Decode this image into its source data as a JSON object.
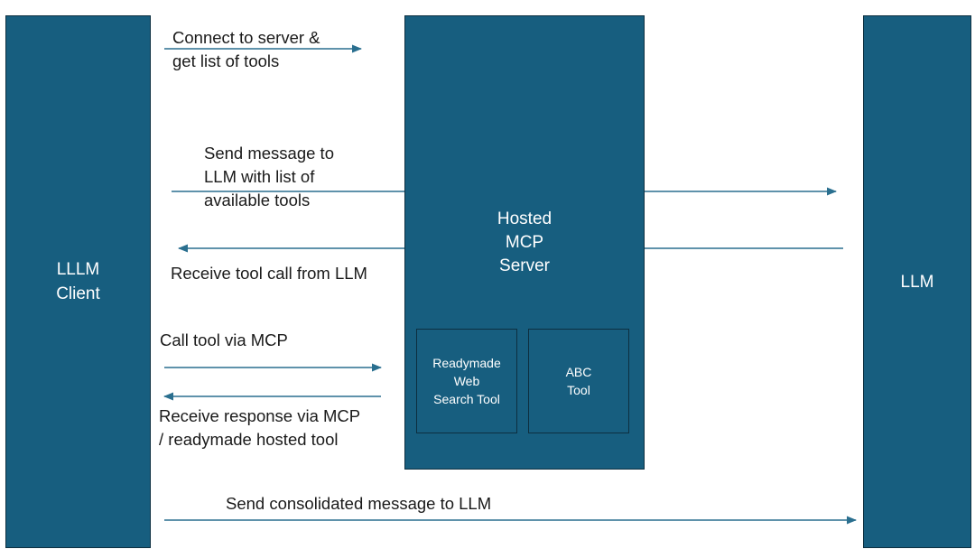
{
  "boxes": {
    "client": "LLLM\nClient",
    "server": "Hosted\nMCP\nServer",
    "llm": "LLM"
  },
  "tools": {
    "web_search": "Readymade\nWeb\nSearch Tool",
    "abc": "ABC\nTool"
  },
  "labels": {
    "connect": "Connect to server &\nget list of tools",
    "send_message": "Send message to\nLLM with list of\navailable tools",
    "receive_tool_call": "Receive tool call from LLM",
    "call_tool": "Call tool via MCP",
    "receive_response": "Receive response via MCP\n/ readymade hosted tool",
    "send_consolidated": "Send consolidated message to LLM"
  },
  "colors": {
    "box_fill": "#175e7f",
    "box_border": "#0d2f40",
    "arrow": "#2a6f8f"
  }
}
